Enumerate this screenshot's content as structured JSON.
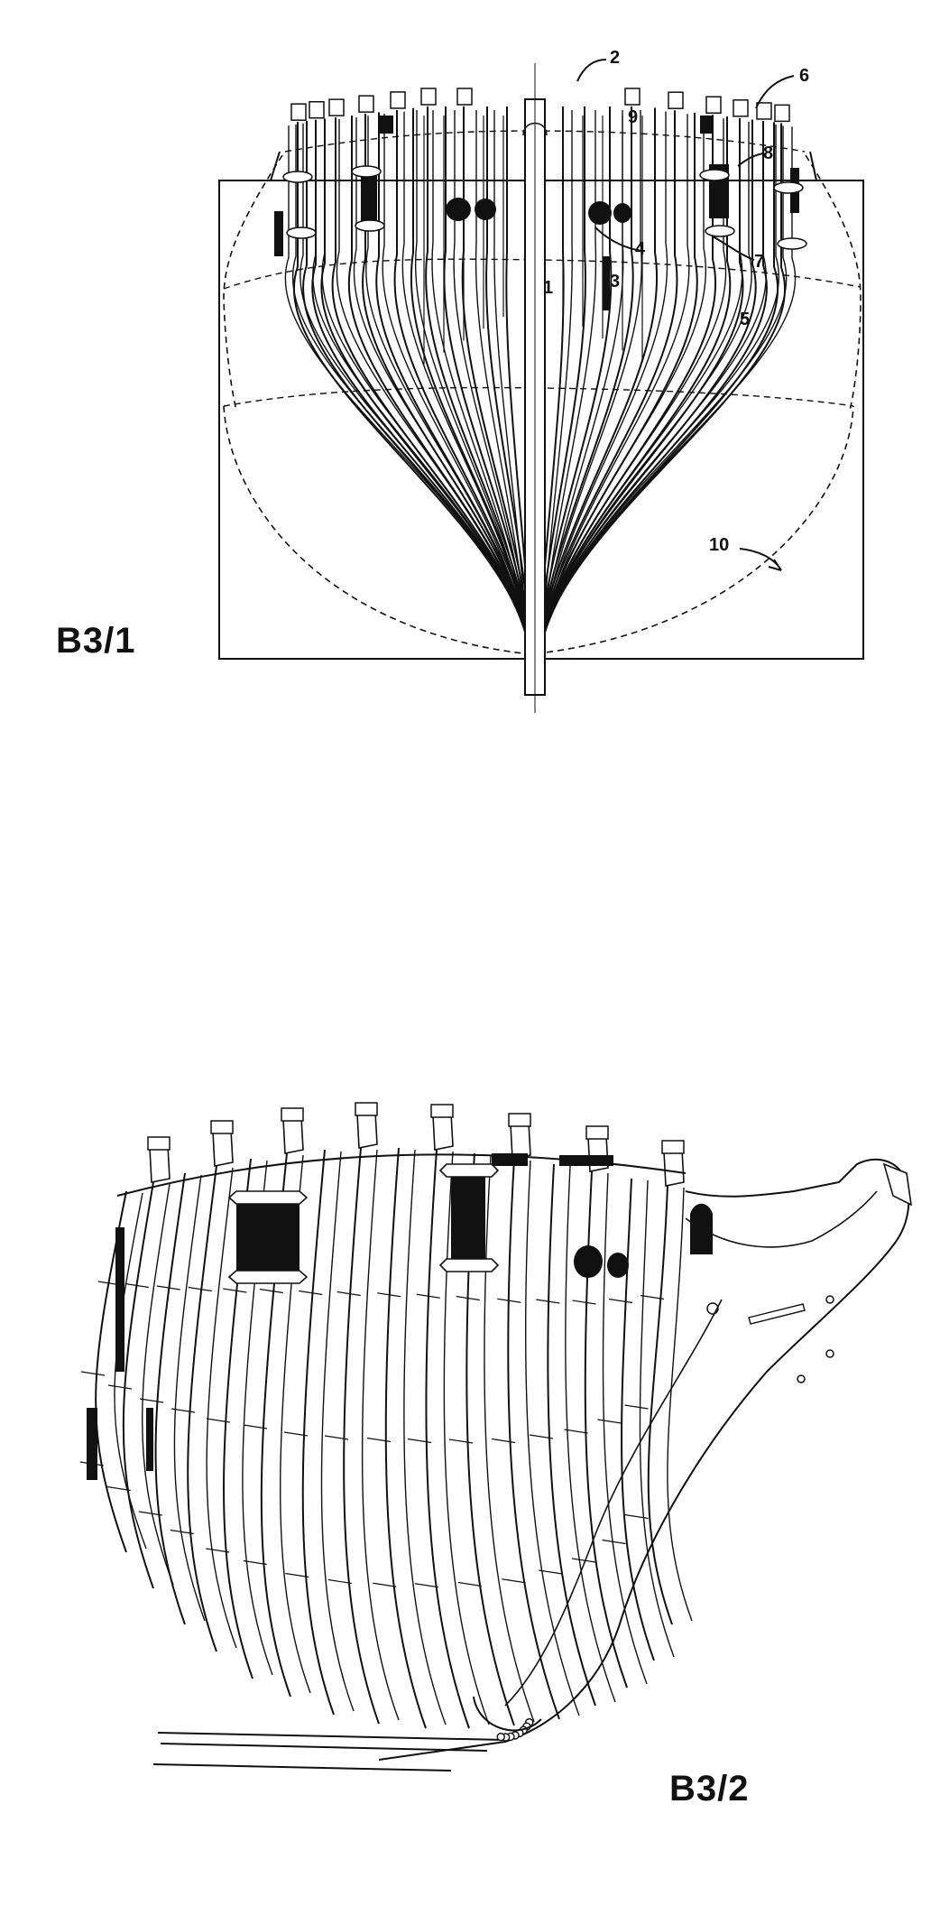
{
  "figure1": {
    "label": "B3/1",
    "callouts": [
      "1",
      "2",
      "3",
      "4",
      "5",
      "6",
      "7",
      "8",
      "9",
      "10"
    ]
  },
  "figure2": {
    "label": "B3/2"
  },
  "colors": {
    "ink": "#111111",
    "paper": "#ffffff"
  }
}
